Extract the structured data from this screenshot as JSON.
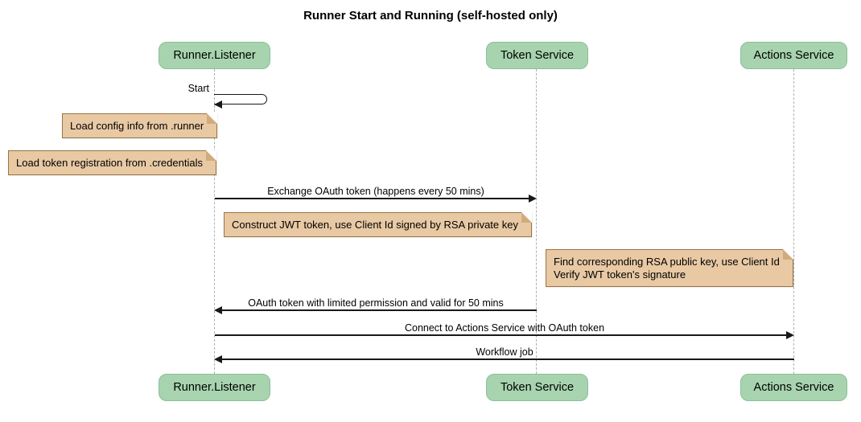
{
  "title": "Runner Start and Running (self-hosted only)",
  "participants": [
    {
      "label": "Runner.Listener"
    },
    {
      "label": "Token Service"
    },
    {
      "label": "Actions Service"
    }
  ],
  "messages": [
    {
      "label": "Start",
      "type": "self",
      "from": "Runner.Listener",
      "to": "Runner.Listener"
    },
    {
      "label": "Exchange OAuth token (happens every 50 mins)",
      "type": "solid-arrow",
      "from": "Runner.Listener",
      "to": "Token Service"
    },
    {
      "label": "OAuth token with limited permission and valid for 50 mins",
      "type": "solid-arrow",
      "from": "Token Service",
      "to": "Runner.Listener"
    },
    {
      "label": "Connect to Actions Service with OAuth token",
      "type": "solid-arrow",
      "from": "Runner.Listener",
      "to": "Actions Service"
    },
    {
      "label": "Workflow job",
      "type": "solid-arrow",
      "from": "Actions Service",
      "to": "Runner.Listener"
    }
  ],
  "notes": [
    {
      "text": "Load config info from .runner",
      "position": "left of Runner.Listener"
    },
    {
      "text": "Load token registration from .credentials",
      "position": "left of Runner.Listener"
    },
    {
      "text": "Construct JWT token, use Client Id signed by RSA private key",
      "position": "right of Runner.Listener"
    },
    {
      "lines": [
        "Find corresponding RSA public key, use Client Id",
        "Verify JWT token's signature"
      ],
      "position": "left of Actions Service"
    }
  ],
  "colors": {
    "participant_fill": "#a7d4ae",
    "participant_border": "#8bbf99",
    "note_fill": "#e8c9a4",
    "note_border": "#9a7443",
    "note_fold": "#d2ab7d",
    "lifeline": "#b0b0b0",
    "line": "#181818",
    "background": "#ffffff"
  }
}
